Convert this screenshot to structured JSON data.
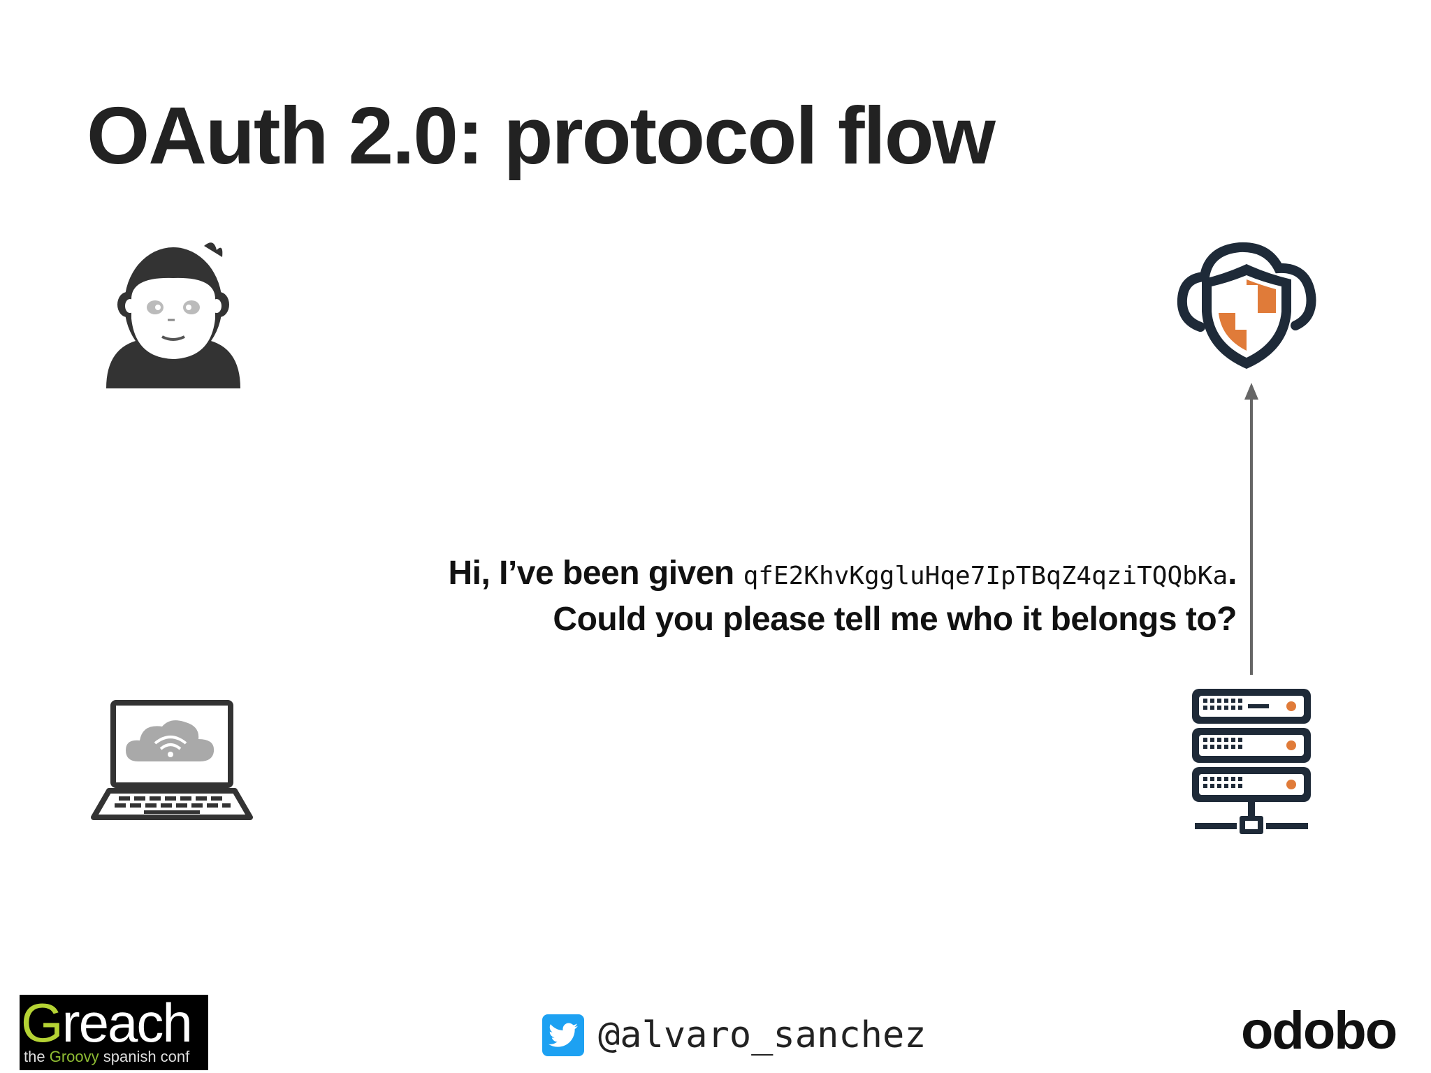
{
  "slide": {
    "title": "OAuth 2.0: protocol flow",
    "message": {
      "line1_prefix": "Hi, I’ve been given",
      "token": "qfE2KhvKggluHqe7IpTBqZ4qziTQQbKa",
      "line1_suffix": ".",
      "line2": "Could you please tell me who it belongs to?"
    }
  },
  "actors": [
    {
      "name": "user",
      "icon": "user-icon"
    },
    {
      "name": "client",
      "icon": "laptop-cloud-icon"
    },
    {
      "name": "authorization-server",
      "icon": "cloud-shield-icon"
    },
    {
      "name": "resource-server",
      "icon": "server-rack-icon"
    }
  ],
  "footer": {
    "logo_left": {
      "word_first": "G",
      "word_rest": "reach",
      "tagline_prefix": "the ",
      "tagline_highlight": "Groovy",
      "tagline_suffix": " spanish conf"
    },
    "handle": "@alvaro_sanchez",
    "logo_right": "odobo"
  },
  "colors": {
    "text": "#222222",
    "icon_dark": "#1e2a38",
    "accent_orange": "#e07b39",
    "icon_gray": "#a9a9a9",
    "arrow": "#666666",
    "twitter": "#1da1f2",
    "greach_green": "#b5d334"
  }
}
